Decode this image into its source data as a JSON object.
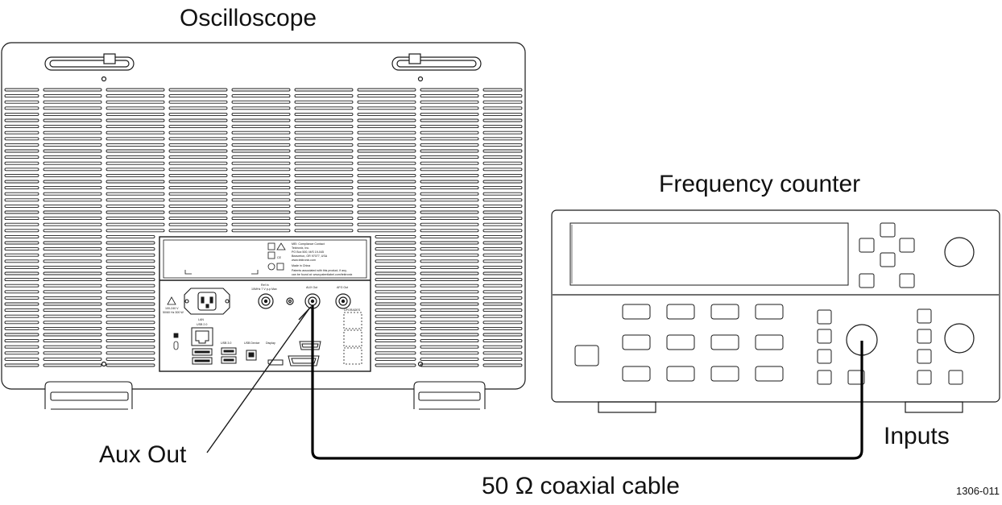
{
  "labels": {
    "oscilloscope": "Oscilloscope",
    "counter": "Frequency counter",
    "aux_out": "Aux Out",
    "inputs": "Inputs",
    "cable": "50 Ω coaxial cable",
    "figure_id": "1306-011"
  },
  "rear_panel": {
    "ref_in": "Ref In",
    "ref_in_spec": "10MHz 7 V p-p Max",
    "aux_out": "AUX Out",
    "afg_out": "AFG Out",
    "power_rating_1": "100-240 V",
    "power_rating_2": "50/60 Hz 300 W",
    "lan": "LAN",
    "usb_20": "USB 2.0",
    "usb_30": "USB 3.0",
    "usb_device": "USB Device",
    "display": "Display",
    "upgrades": "UPGRADES",
    "compliance_1": "MEI: Compliance Contact",
    "compliance_2": "Tektronix, Inc.",
    "compliance_3": "PO Box 500, M/S 19-045",
    "compliance_4": "Beaverton, OR 97077, USA",
    "compliance_5": "www.tektronix.com",
    "made_in": "Made in China",
    "patents_1": "Patents associated with this product, if any,",
    "patents_2": "can be found at: www.patentlabel.com/tektronix"
  },
  "colors": {
    "line": "#1a1a1a",
    "cable": "#000000",
    "fill": "#ffffff"
  }
}
